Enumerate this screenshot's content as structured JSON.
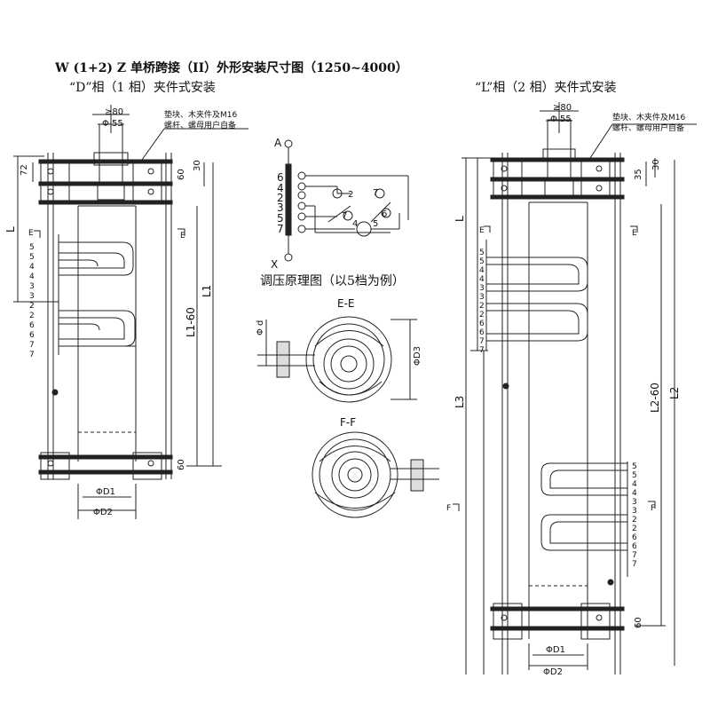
{
  "title": "W (1+2) Z  单桥跨接（II）外形安装尺寸图（1250~4000）",
  "left_caption": "“D”相（1 相）夹件式安装",
  "right_caption": "“L”相（2 相）夹件式安装",
  "center_caption": "调压原理图（以5档为例）",
  "note_line1": "垫块、木夹件及M16",
  "note_line2": "螺杆、螺母用户自备",
  "dims": {
    "ge80": "≥80",
    "phi55": "Φ 55",
    "d72": "72",
    "d30": "30",
    "d60": "60",
    "d35": "35",
    "L": "L",
    "L1": "L1",
    "L1_60": "L1-60",
    "L2": "L2",
    "L2_60": "L2-60",
    "L3": "L3",
    "phiD1": "ΦD1",
    "phiD2": "ΦD2",
    "phid": "Φ d",
    "phiD3": "ΦD3",
    "E": "E",
    "F": "F"
  },
  "section_EE": "E-E",
  "section_FF": "F-F",
  "tap_labels_left": [
    "5",
    "5",
    "4",
    "4",
    "3",
    "3",
    "2",
    "2",
    "6",
    "6",
    "7",
    "7"
  ],
  "tap_labels_right": [
    "5",
    "5",
    "4",
    "4",
    "3",
    "3",
    "2",
    "2",
    "6",
    "6",
    "7",
    "7"
  ],
  "schematic": {
    "A": "A",
    "X": "X",
    "left_terms": [
      "6",
      "4",
      "2",
      "3",
      "5",
      "7"
    ],
    "nums": [
      "2",
      "7",
      "7",
      "6",
      "4",
      "5"
    ]
  }
}
